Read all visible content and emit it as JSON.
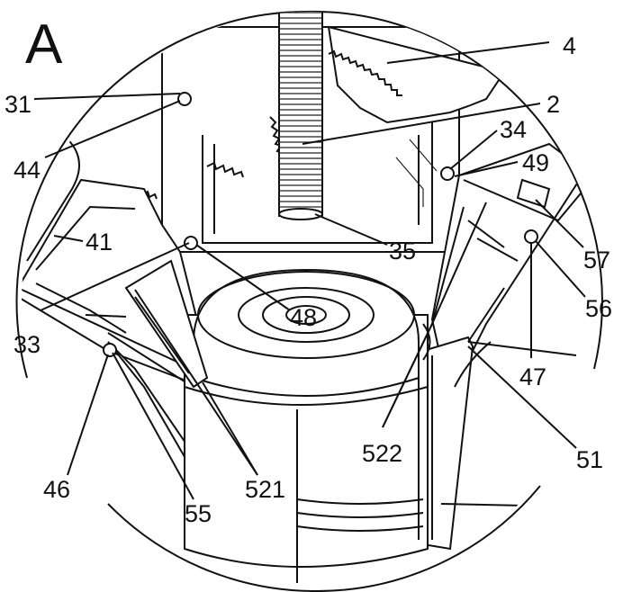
{
  "figure": {
    "panel_letter": "A",
    "labels": {
      "l4": "4",
      "l2": "2",
      "l31": "31",
      "l44": "44",
      "l34": "34",
      "l49": "49",
      "l41": "41",
      "l35": "35",
      "l57": "57",
      "l56": "56",
      "l33": "33",
      "l48": "48",
      "l47": "47",
      "l46": "46",
      "l521": "521",
      "l522": "522",
      "l51": "51",
      "l55": "55"
    }
  }
}
